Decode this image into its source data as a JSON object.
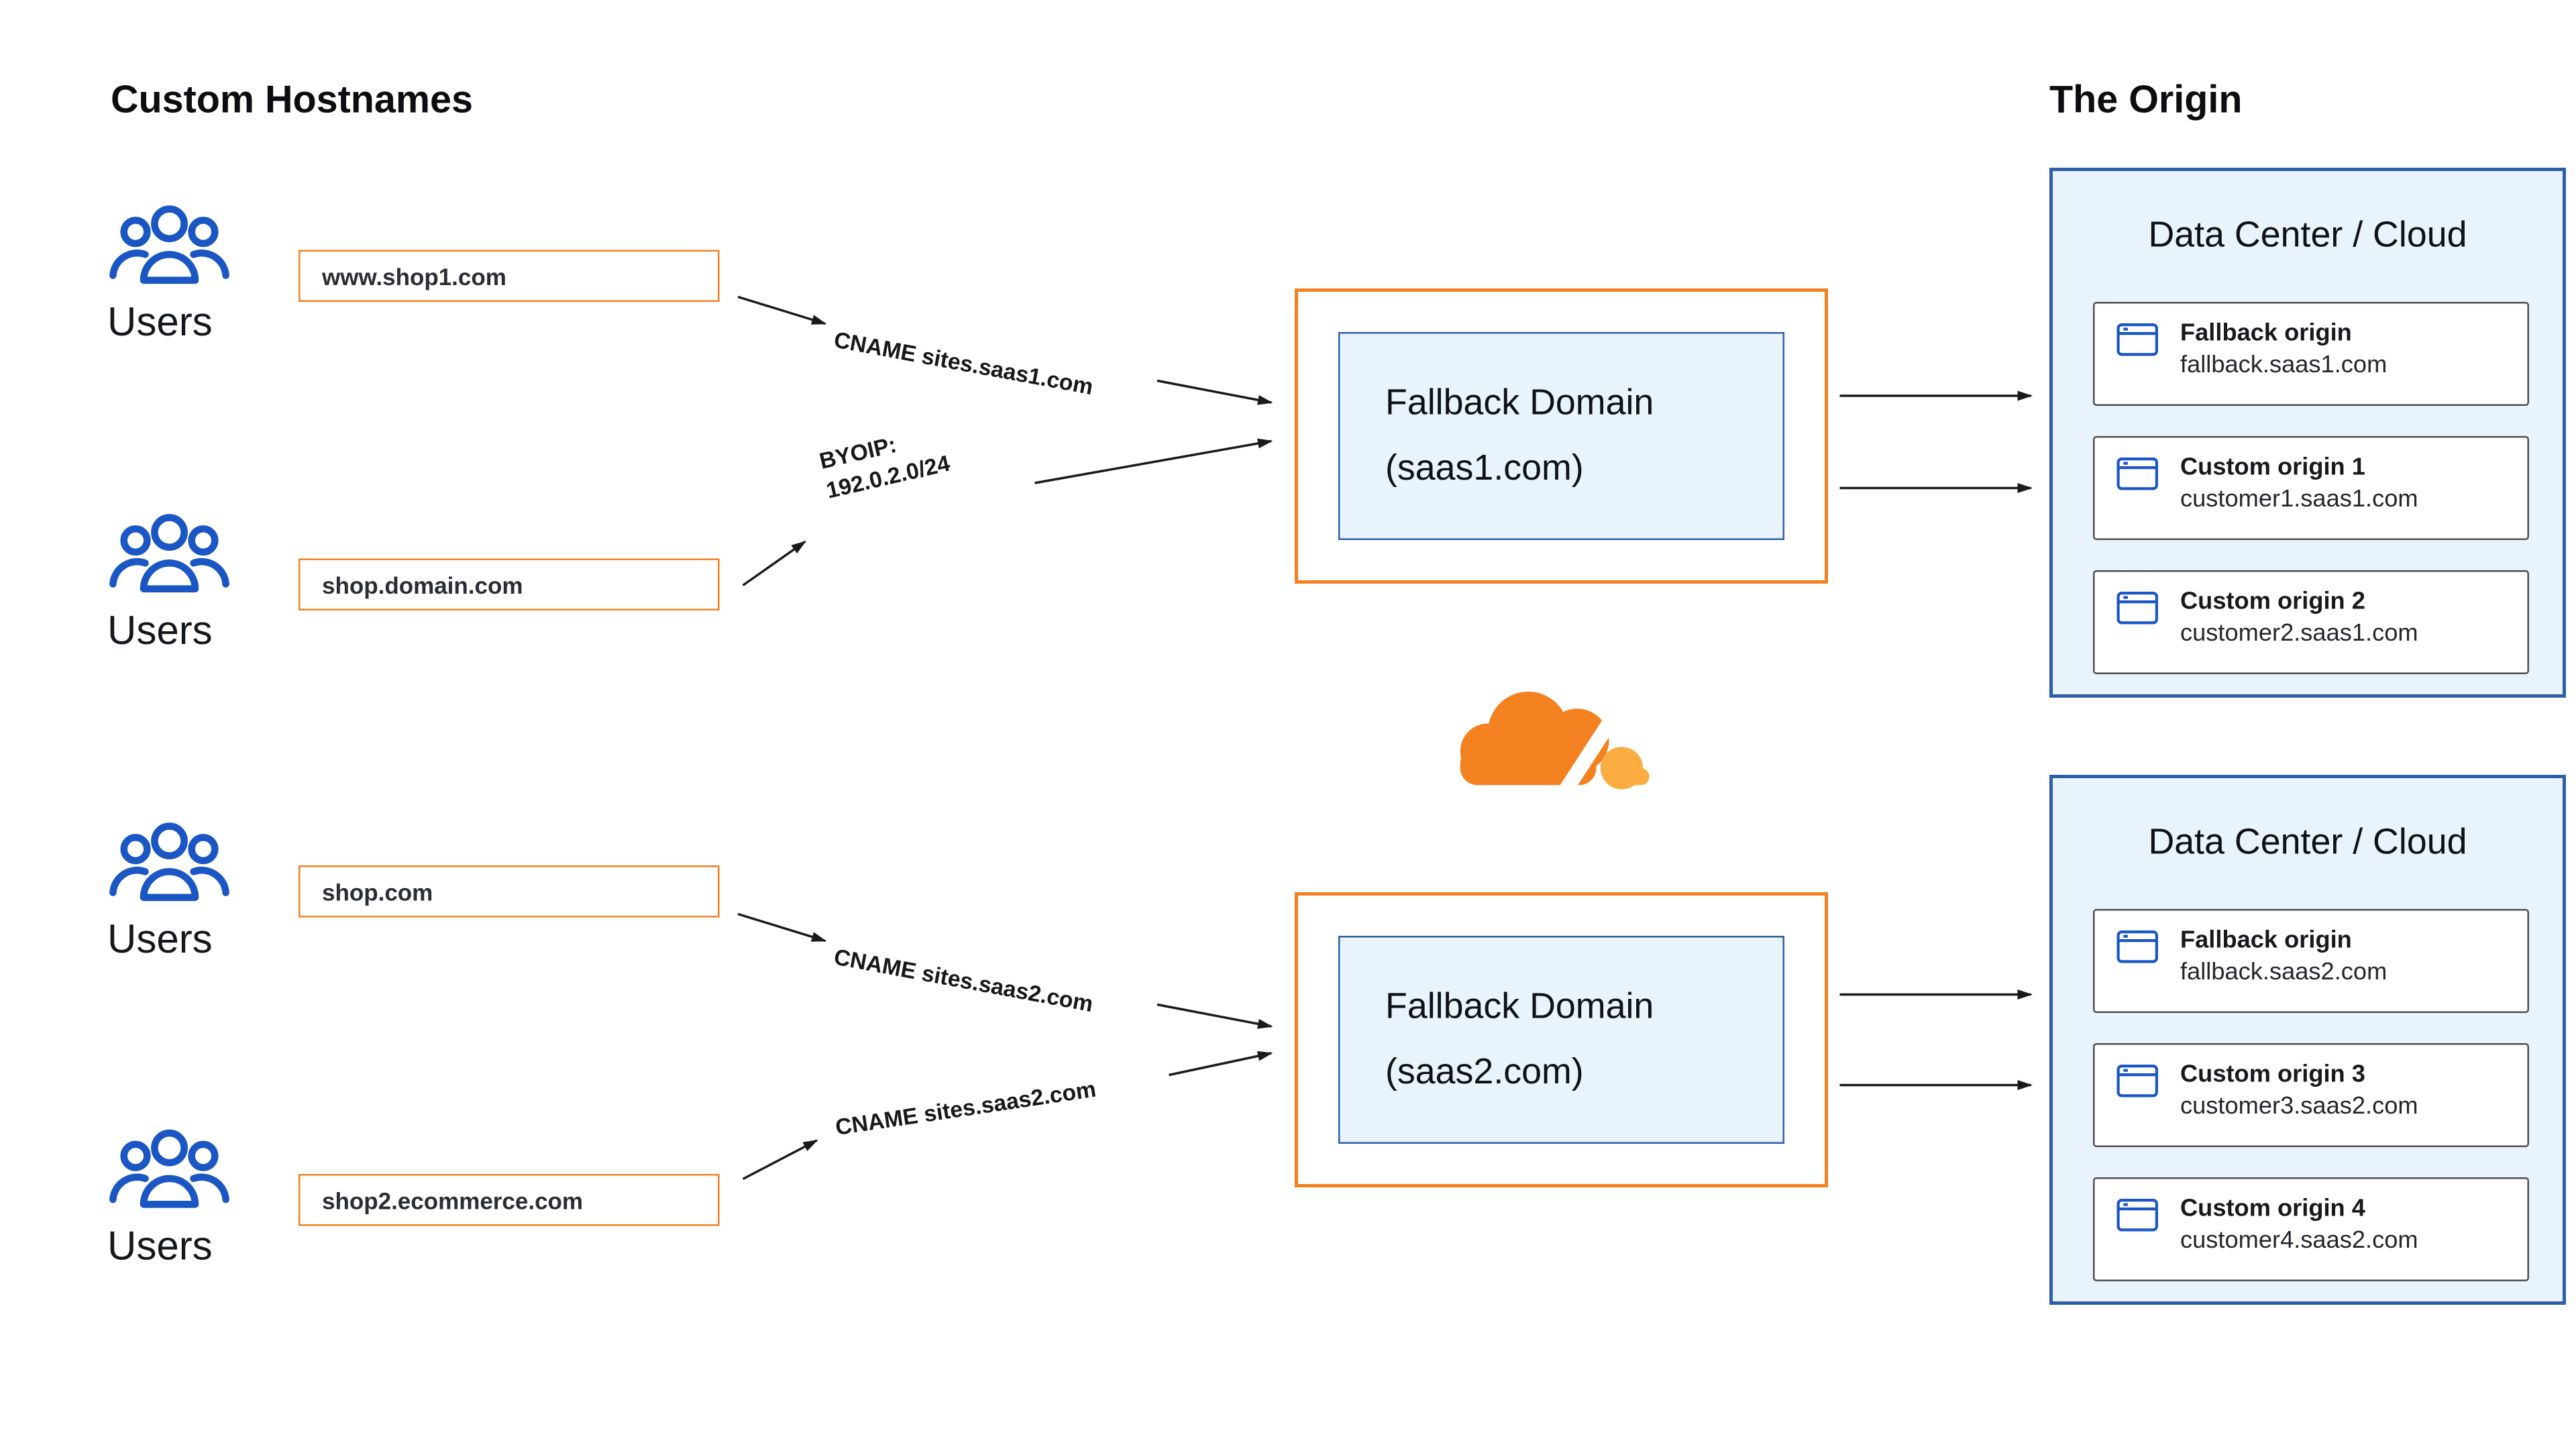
{
  "headings": {
    "left": "Custom Hostnames",
    "right": "The Origin"
  },
  "user_groups": [
    {
      "label": "Users",
      "hostname": "www.shop1.com"
    },
    {
      "label": "Users",
      "hostname": "shop.domain.com"
    },
    {
      "label": "Users",
      "hostname": "shop.com"
    },
    {
      "label": "Users",
      "hostname": "shop2.ecommerce.com"
    }
  ],
  "arrow_labels": [
    {
      "lines": [
        "CNAME sites.saas1.com"
      ]
    },
    {
      "lines": [
        "BYOIP:",
        "192.0.2.0/24"
      ]
    },
    {
      "lines": [
        "CNAME sites.saas2.com"
      ]
    },
    {
      "lines": [
        "CNAME sites.saas2.com"
      ]
    }
  ],
  "fallback_domains": [
    {
      "line1": "Fallback Domain",
      "line2": "(saas1.com)"
    },
    {
      "line1": "Fallback Domain",
      "line2": "(saas2.com)"
    }
  ],
  "data_centers": [
    {
      "title": "Data Center / Cloud",
      "origins": [
        {
          "name": "Fallback origin",
          "host": "fallback.saas1.com"
        },
        {
          "name": "Custom origin 1",
          "host": "customer1.saas1.com"
        },
        {
          "name": "Custom origin 2",
          "host": "customer2.saas1.com"
        }
      ]
    },
    {
      "title": "Data Center / Cloud",
      "origins": [
        {
          "name": "Fallback origin",
          "host": "fallback.saas2.com"
        },
        {
          "name": "Custom origin 3",
          "host": "customer3.saas2.com"
        },
        {
          "name": "Custom origin 4",
          "host": "customer4.saas2.com"
        }
      ]
    }
  ],
  "icons": {
    "users": "three-users-icon",
    "origin_card": "browser-window-icon",
    "logo": "cloudflare-cloud-logo"
  },
  "colors": {
    "orange_border": "#F48120",
    "blue_border": "#2C5FA8",
    "light_blue_bg": "#E8F3FB",
    "icon_blue": "#1A56C4",
    "cloudflare_orange": "#F48120",
    "cloudflare_light_orange": "#FBAD41",
    "arrow": "#1A1A1A",
    "text": "#101216"
  }
}
